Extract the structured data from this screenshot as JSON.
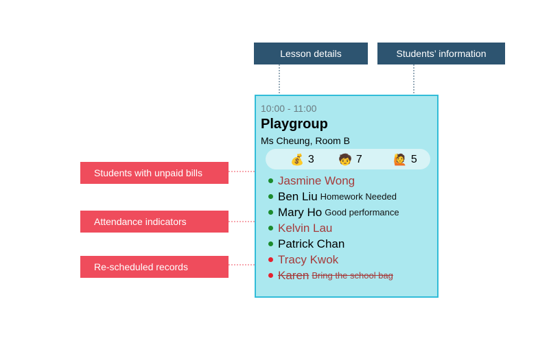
{
  "callouts": {
    "lesson_details": "Lesson details",
    "students_information": "Students’ information",
    "unpaid_bills": "Students with unpaid bills",
    "attendance": "Attendance indicators",
    "rescheduled": "Re-scheduled records"
  },
  "lesson": {
    "time": "10:00 - 11:00",
    "title": "Playgroup",
    "teacher_room": "Ms Cheung, Room B"
  },
  "stats": {
    "unpaid_count": "3",
    "unpaid_icon": "money-bag-icon",
    "students_count": "7",
    "students_icon": "child-face-icon",
    "raised_count": "5",
    "raised_icon": "person-raising-hand-icon"
  },
  "students": [
    {
      "name": "Jasmine Wong",
      "note": "",
      "attendance": "present",
      "unpaid": true,
      "rescheduled": false
    },
    {
      "name": "Ben Liu",
      "note": "Homework Needed",
      "attendance": "present",
      "unpaid": false,
      "rescheduled": false
    },
    {
      "name": "Mary Ho",
      "note": "Good performance",
      "attendance": "present",
      "unpaid": false,
      "rescheduled": false
    },
    {
      "name": "Kelvin Lau",
      "note": "",
      "attendance": "present",
      "unpaid": true,
      "rescheduled": false
    },
    {
      "name": "Patrick Chan",
      "note": "",
      "attendance": "present",
      "unpaid": false,
      "rescheduled": false
    },
    {
      "name": "Tracy Kwok",
      "note": "",
      "attendance": "absent",
      "unpaid": true,
      "rescheduled": false
    },
    {
      "name": "Karen",
      "note": "Bring the school bag",
      "attendance": "absent",
      "unpaid": true,
      "rescheduled": true
    }
  ],
  "colors": {
    "navy": "#2d5470",
    "red_callout": "#ef4c5c",
    "card_bg": "#abe8ef",
    "card_border": "#31bcd8",
    "present": "#1b8a2c",
    "absent": "#e5202e",
    "unpaid_text": "#a63b3b"
  }
}
